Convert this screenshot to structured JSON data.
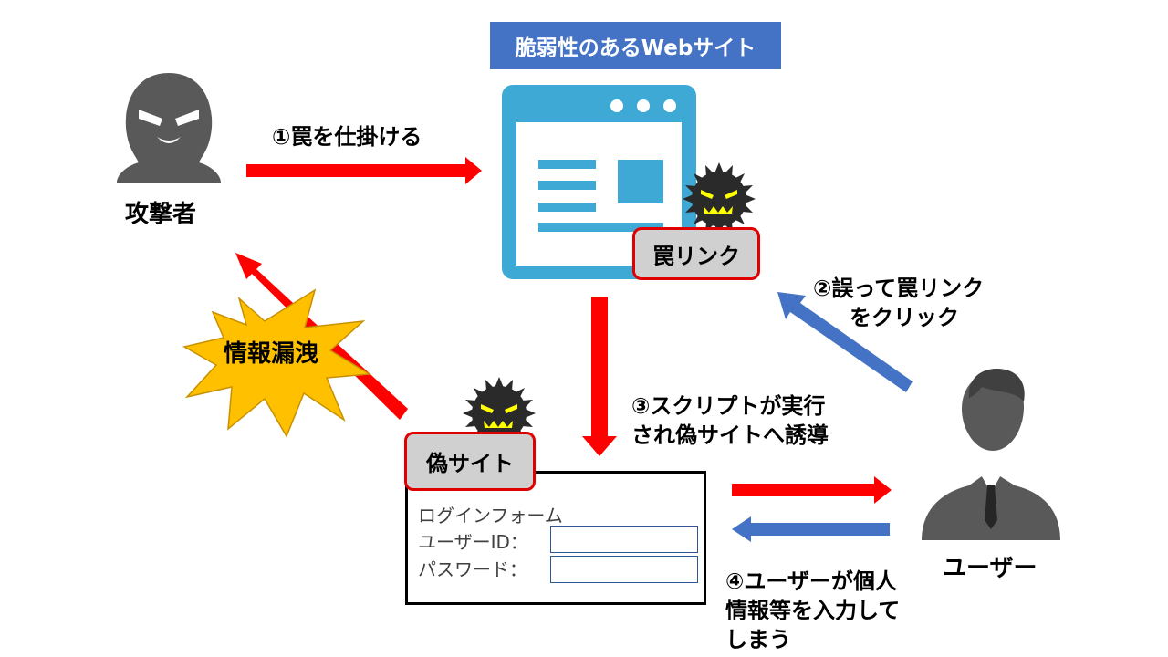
{
  "title": "脆弱性のあるWebサイト",
  "actors": {
    "attacker": "攻撃者",
    "user": "ユーザー"
  },
  "badges": {
    "trap_link": "罠リンク",
    "fake_site": "偽サイト"
  },
  "steps": {
    "step1": "①罠を仕掛ける",
    "step2_line1": "②誤って罠リンク",
    "step2_line2": "をクリック",
    "step3_line1": "③スクリプトが実行",
    "step3_line2": "され偽サイトへ誘導",
    "step4_line1": "④ユーザーが個人",
    "step4_line2": "情報等を入力して",
    "step4_line3": "しまう"
  },
  "leak": "情報漏洩",
  "login_form": {
    "heading": "ログインフォーム",
    "user_id_label": "ユーザーID：",
    "password_label": "パスワード：",
    "user_id_value": "",
    "password_value": ""
  },
  "colors": {
    "title_bg": "#4472c4",
    "red_arrow": "#ff0000",
    "blue_arrow": "#4472c4",
    "browser": "#3fa9d5",
    "figure": "#595959",
    "burst": "#ffc000",
    "badge_bg": "#d0d0d0",
    "badge_border": "#e00000"
  },
  "icons": [
    "attacker-icon",
    "browser-window-icon",
    "virus-icon",
    "user-icon",
    "explosion-burst-icon"
  ]
}
